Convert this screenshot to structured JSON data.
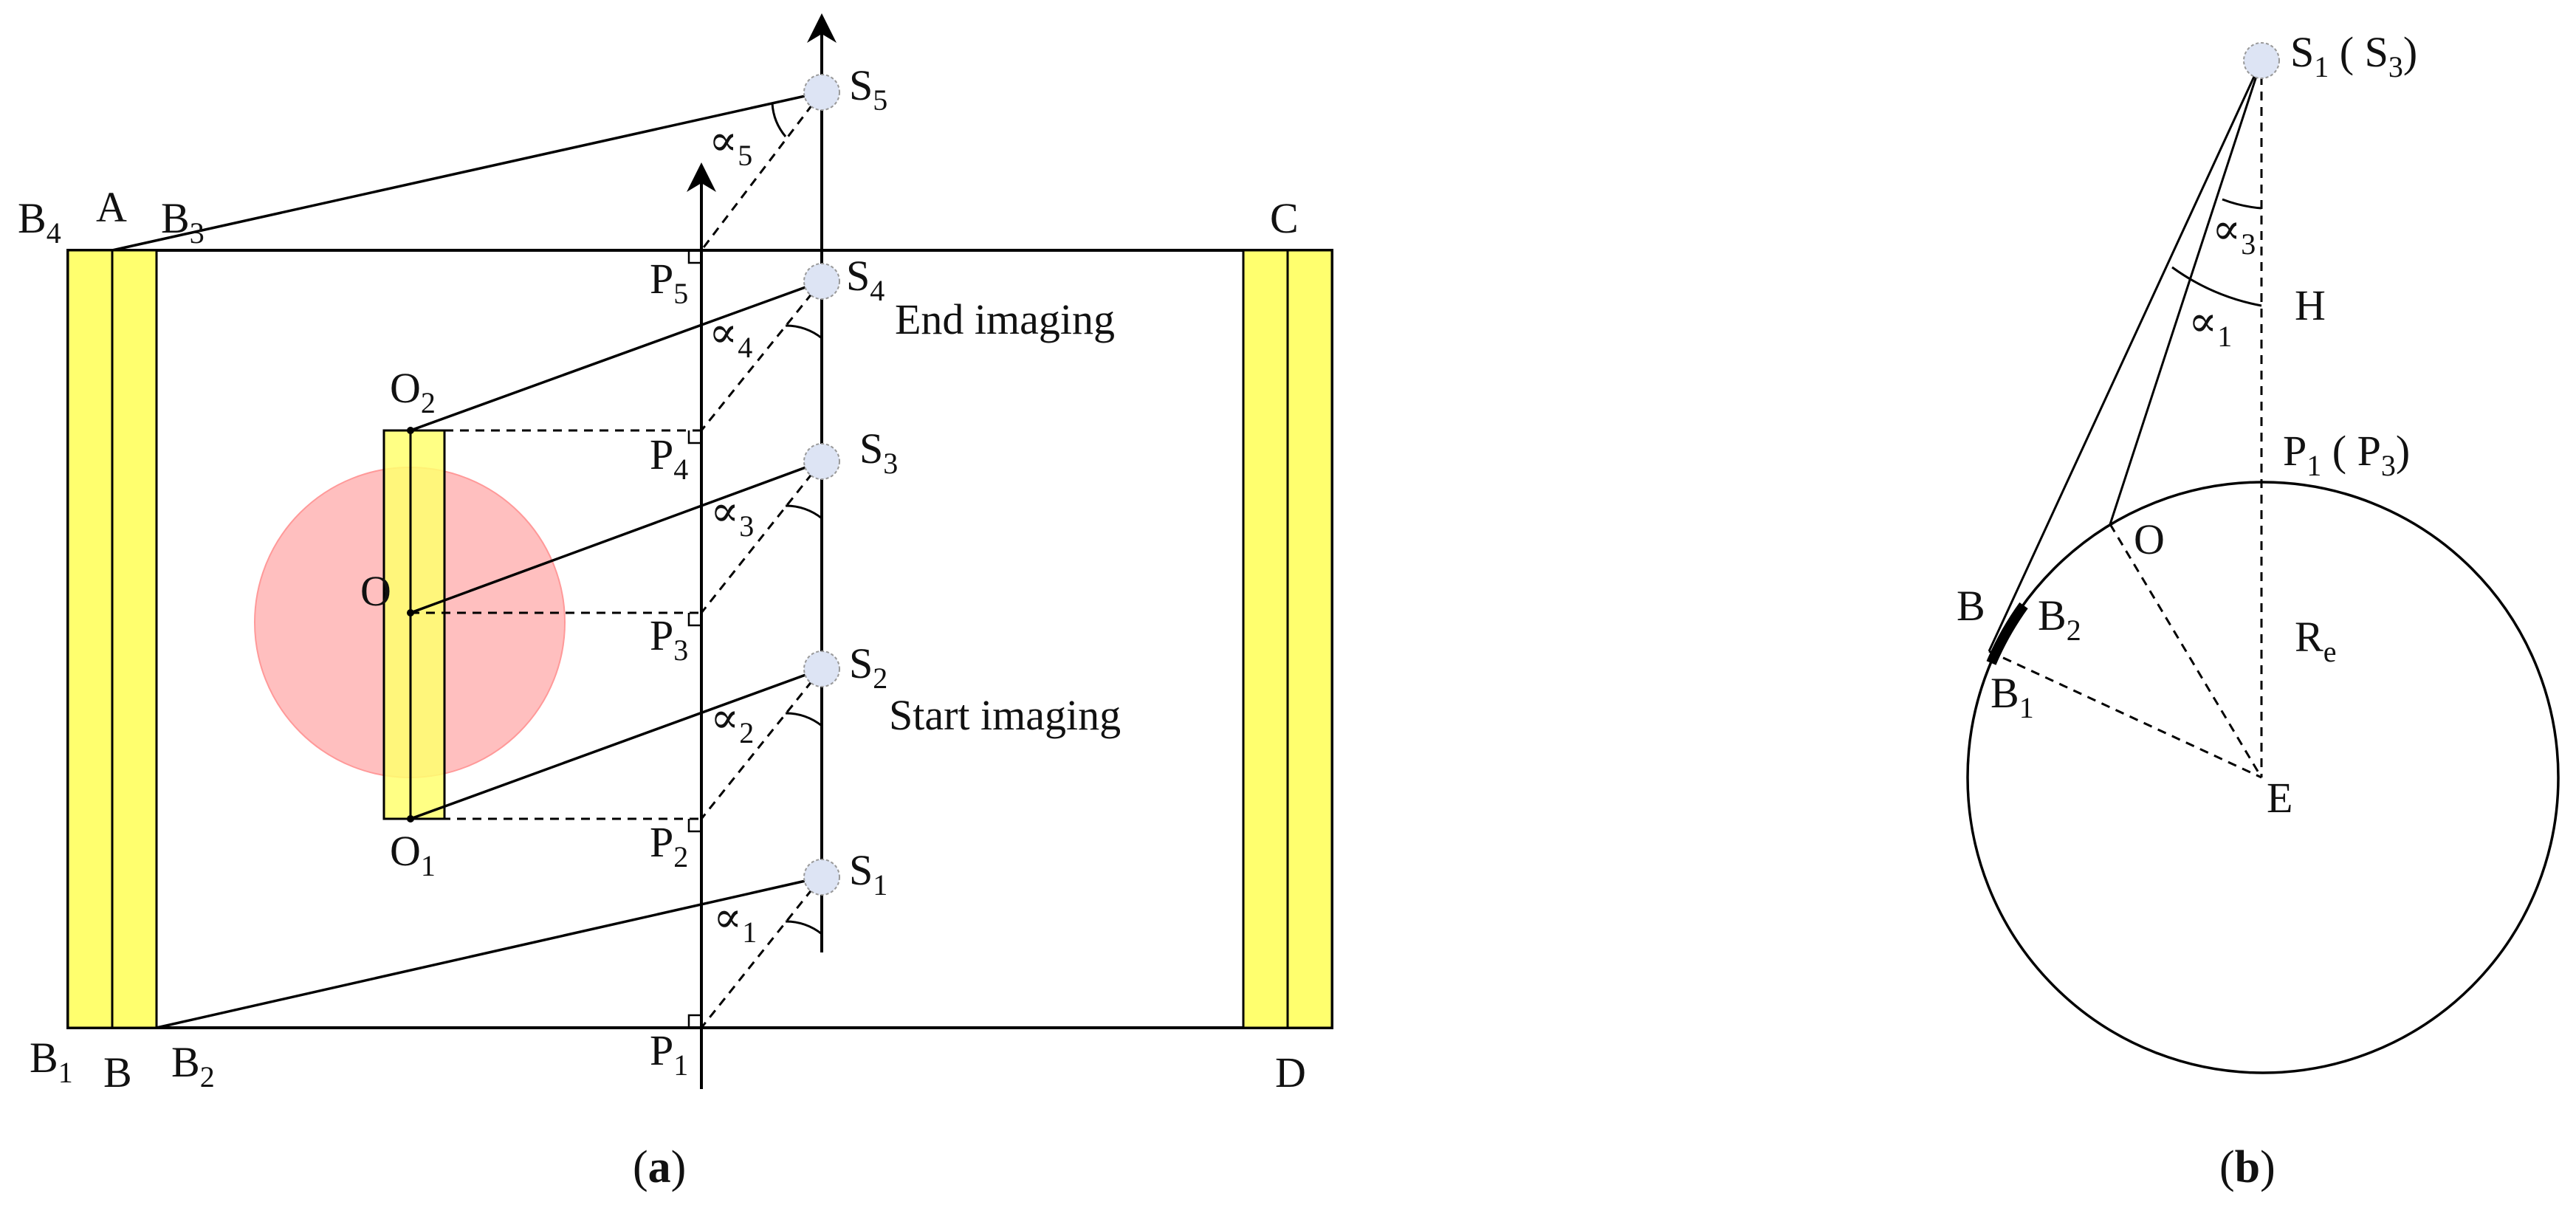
{
  "colors": {
    "strip_fill": "#ffff6e",
    "target_fill": "#ff8080",
    "satellite_fill": "#dde4f4",
    "line": "#000000"
  },
  "panel_a": {
    "caption": {
      "open": "(",
      "letter": "a",
      "close": ")"
    },
    "corner_labels": {
      "A": "A",
      "B": "B",
      "C": "C",
      "D": "D"
    },
    "boundary_labels": {
      "b1": {
        "base": "B",
        "sub": "1"
      },
      "b2": {
        "base": "B",
        "sub": "2"
      },
      "b3": {
        "base": "B",
        "sub": "3"
      },
      "b4": {
        "base": "B",
        "sub": "4"
      }
    },
    "satellites": [
      {
        "base": "S",
        "sub": "1"
      },
      {
        "base": "S",
        "sub": "2"
      },
      {
        "base": "S",
        "sub": "3"
      },
      {
        "base": "S",
        "sub": "4"
      },
      {
        "base": "S",
        "sub": "5"
      }
    ],
    "foot_points": [
      {
        "base": "P",
        "sub": "1"
      },
      {
        "base": "P",
        "sub": "2"
      },
      {
        "base": "P",
        "sub": "3"
      },
      {
        "base": "P",
        "sub": "4"
      },
      {
        "base": "P",
        "sub": "5"
      }
    ],
    "angles": [
      {
        "base": "∝",
        "sub": "1"
      },
      {
        "base": "∝",
        "sub": "2"
      },
      {
        "base": "∝",
        "sub": "3"
      },
      {
        "base": "∝",
        "sub": "4"
      },
      {
        "base": "∝",
        "sub": "5"
      }
    ],
    "target_points": {
      "o": "O",
      "o1": {
        "base": "O",
        "sub": "1"
      },
      "o2": {
        "base": "O",
        "sub": "2"
      }
    },
    "annotations": {
      "start": "Start imaging",
      "end": "End imaging"
    }
  },
  "panel_b": {
    "caption": {
      "open": "(",
      "letter": "b",
      "close": ")"
    },
    "satellite": {
      "base": "S",
      "sub": "1",
      "paren": "( S",
      "sub2": "3",
      "close": ")"
    },
    "foot": {
      "base": "P",
      "sub": "1",
      "paren": "( P",
      "sub2": "3",
      "close": ")"
    },
    "alpha1": {
      "base": "∝",
      "sub": "1"
    },
    "alpha3": {
      "base": "∝",
      "sub": "3"
    },
    "height": "H",
    "radius": {
      "base": "R",
      "sub": "e"
    },
    "center": "E",
    "o": "O",
    "b": "B",
    "b1": {
      "base": "B",
      "sub": "1"
    },
    "b2": {
      "base": "B",
      "sub": "2"
    }
  }
}
